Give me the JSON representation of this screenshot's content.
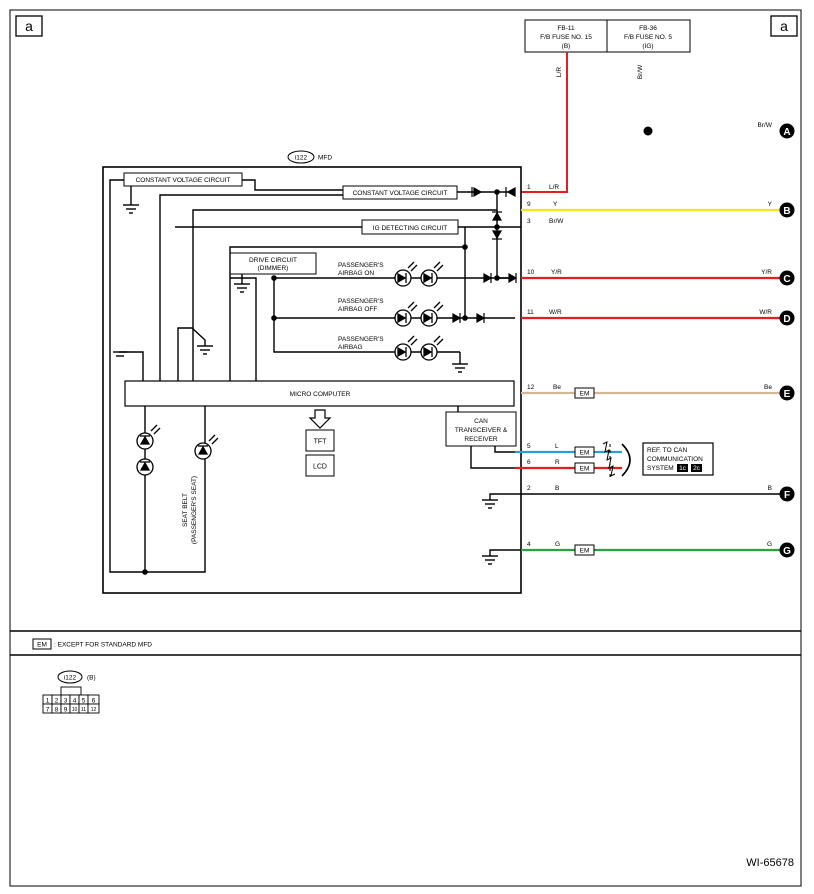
{
  "page": {
    "corner_label": "a",
    "figure_id": "WI-65678"
  },
  "fuses": [
    {
      "id": "FB-11",
      "name": "F/B FUSE NO. 15",
      "source": "(B)",
      "wire": "L/R"
    },
    {
      "id": "FB-36",
      "name": "F/B FUSE NO. 5",
      "source": "(IG)",
      "wire": "Br/W"
    }
  ],
  "module": {
    "connector": "i122",
    "name": "MFD",
    "constant_voltage_1": "CONSTANT VOLTAGE CIRCUIT",
    "constant_voltage_2": "CONSTANT VOLTAGE CIRCUIT",
    "ig_detecting": "IG DETECTING CIRCUIT",
    "drive_circuit_1": "DRIVE CIRCUIT",
    "drive_circuit_2": "(DIMMER)",
    "airbag_on_1": "PASSENGER'S",
    "airbag_on_2": "AIRBAG ON",
    "airbag_off_1": "PASSENGER'S",
    "airbag_off_2": "AIRBAG OFF",
    "airbag_1": "PASSENGER'S",
    "airbag_2": "AIRBAG",
    "micro_computer": "MICRO COMPUTER",
    "can_1": "CAN",
    "can_2": "TRANSCEIVER &",
    "can_3": "RECEIVER",
    "tft": "TFT",
    "lcd": "LCD",
    "seat_belt_1": "SEAT BELT",
    "seat_belt_2": "(PASSENGER'S SEAT)"
  },
  "pins": [
    {
      "pin": "1",
      "wire": "L/R",
      "color": "#e41e1e"
    },
    {
      "pin": "9",
      "wire": "Y",
      "color": "#f2e51a",
      "end_wire": "Y",
      "terminal": "B"
    },
    {
      "pin": "3",
      "wire": "Br/W",
      "color": "#000000"
    },
    {
      "pin": "10",
      "wire": "Y/R",
      "color": "#e41e1e",
      "end_wire": "Y/R",
      "terminal": "C"
    },
    {
      "pin": "11",
      "wire": "W/R",
      "color": "#e41e1e",
      "end_wire": "W/R",
      "terminal": "D"
    },
    {
      "pin": "12",
      "wire": "Be",
      "color": "#d4b896",
      "end_wire": "Be",
      "terminal": "E"
    },
    {
      "pin": "5",
      "wire": "L",
      "color": "#2a9fd6"
    },
    {
      "pin": "6",
      "wire": "R",
      "color": "#e41e1e"
    },
    {
      "pin": "2",
      "wire": "B",
      "color": "#000000",
      "end_wire": "B",
      "terminal": "F"
    },
    {
      "pin": "4",
      "wire": "G",
      "color": "#2aa33a",
      "end_wire": "G",
      "terminal": "G"
    }
  ],
  "terminal_a": {
    "wire": "Br/W",
    "letter": "A"
  },
  "em_label": "EM",
  "can_reference": {
    "line1": "REF. TO CAN",
    "line2": "COMMUNICATION",
    "line3": "SYSTEM",
    "badge1": "1c",
    "badge2": "2c"
  },
  "legend": {
    "badge": "EM",
    "text": ": EXCEPT FOR STANDARD MFD"
  },
  "connector_view": {
    "id": "i122",
    "suffix": "(B)",
    "row1": [
      "1",
      "2",
      "3",
      "4",
      "5",
      "6"
    ],
    "row2": [
      "7",
      "8",
      "9",
      "10",
      "11",
      "12"
    ]
  }
}
